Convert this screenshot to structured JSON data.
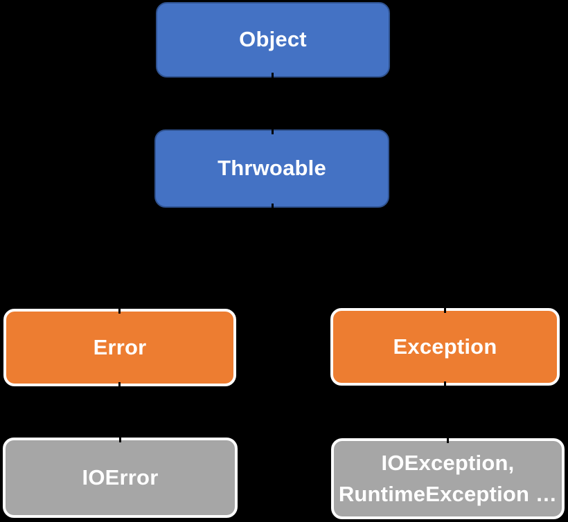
{
  "colors": {
    "background": "#000000",
    "blue_fill": "#4472C4",
    "blue_border": "#2F528F",
    "orange_fill": "#ED7D31",
    "gray_fill": "#A6A6A6",
    "white_border": "#FFFFFF",
    "text": "#FFFFFF",
    "connector": "#000000"
  },
  "diagram": {
    "type": "hierarchy",
    "nodes": [
      {
        "id": "object",
        "label": "Object",
        "fill": "blue_fill",
        "stroke": "blue_border"
      },
      {
        "id": "throwable",
        "label": "Thrwoable",
        "fill": "blue_fill",
        "stroke": "blue_border"
      },
      {
        "id": "error",
        "label": "Error",
        "fill": "orange_fill",
        "stroke": "white_border"
      },
      {
        "id": "exception",
        "label": "Exception",
        "fill": "orange_fill",
        "stroke": "white_border"
      },
      {
        "id": "ioerror",
        "label": "IOError",
        "fill": "gray_fill",
        "stroke": "white_border"
      },
      {
        "id": "ioexception",
        "label": "IOException,\nRuntimeException …",
        "fill": "gray_fill",
        "stroke": "white_border"
      }
    ],
    "edges": [
      {
        "from": "object",
        "to": "throwable"
      },
      {
        "from": "throwable",
        "to": "error"
      },
      {
        "from": "throwable",
        "to": "exception"
      },
      {
        "from": "error",
        "to": "ioerror"
      },
      {
        "from": "exception",
        "to": "ioexception"
      }
    ]
  }
}
